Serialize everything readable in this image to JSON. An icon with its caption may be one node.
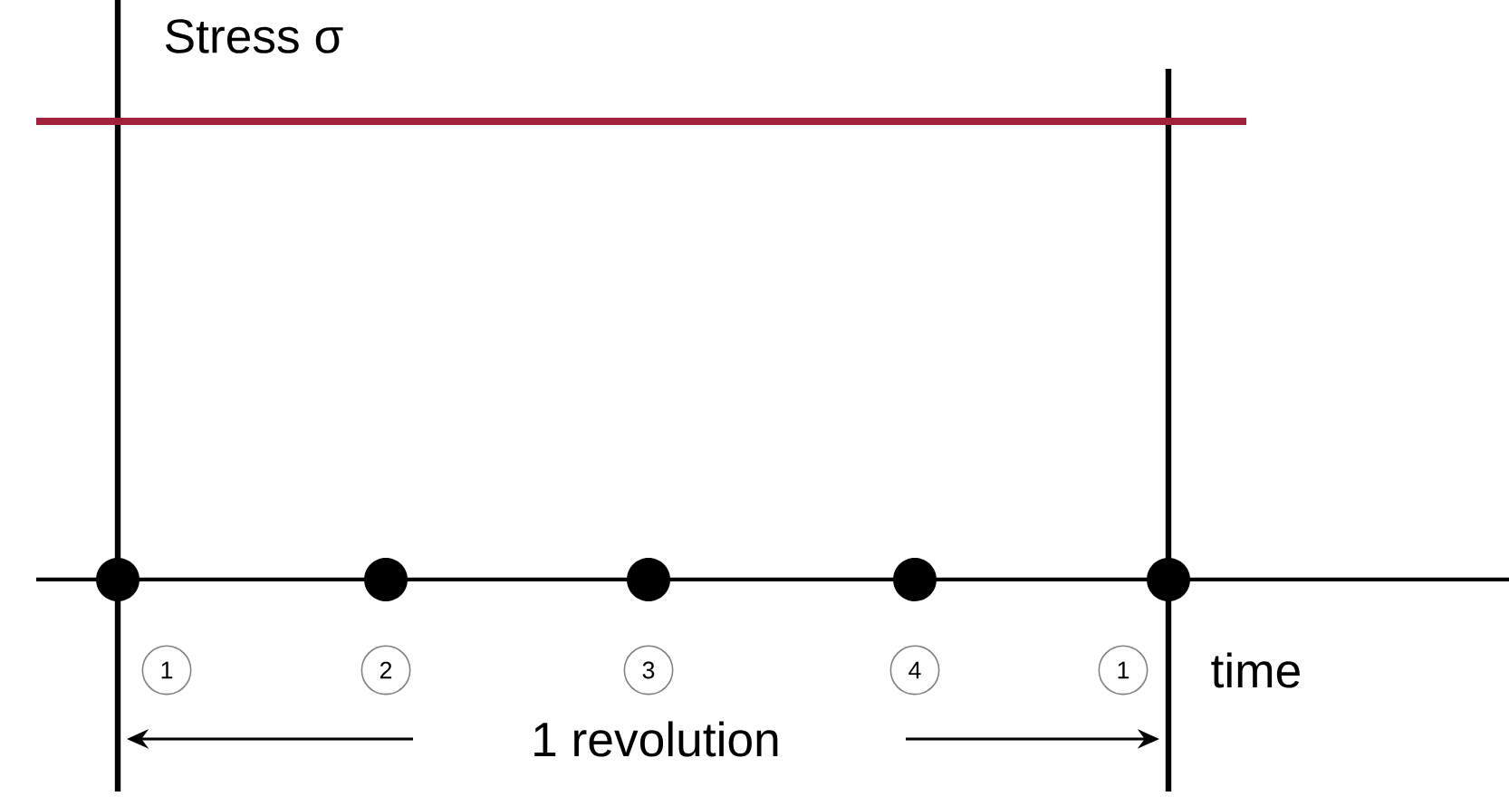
{
  "diagram": {
    "labels": [
      "Stress σ",
      "1",
      "2",
      "3",
      "4",
      "1",
      "time",
      "1 revolution"
    ]
  }
}
